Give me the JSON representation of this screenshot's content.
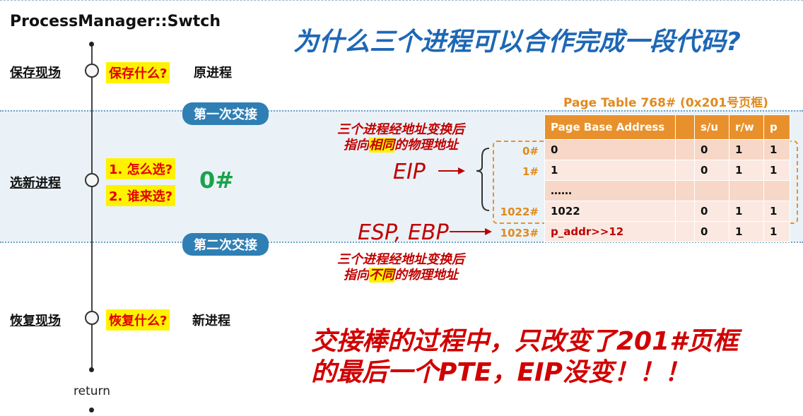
{
  "title": "ProcessManager::Swtch",
  "question": "为什么三个进程可以合作完成一段代码?",
  "steps": [
    {
      "label": "保存现场",
      "highlight": "保存什么?",
      "note": "原进程"
    },
    {
      "label": "选新进程",
      "highlight_1": "1. 怎么选?",
      "highlight_2": "2. 谁来选?",
      "note": "0#"
    },
    {
      "label": "恢复现场",
      "highlight": "恢复什么?",
      "note": "新进程"
    }
  ],
  "exchange_1": "第一次交接",
  "exchange_2": "第二次交接",
  "note_top_line1": "三个进程经地址变换后",
  "note_top_line2_a": "指向",
  "note_top_line2_hl": "相同",
  "note_top_line2_b": "的物理地址",
  "note_bottom_line1": "三个进程经地址变换后",
  "note_bottom_line2_a": "指向",
  "note_bottom_line2_hl": "不同",
  "note_bottom_line2_b": "的物理地址",
  "eip_label": "EIP",
  "esp_label": "ESP, EBP",
  "page_table": {
    "title": "Page Table 768#   (0x201号页框)",
    "headers": [
      "Page Base Address",
      "",
      "s/u",
      "r/w",
      "p"
    ],
    "rows": [
      {
        "index": "0#",
        "addr": "0",
        "su": "0",
        "rw": "1",
        "p": "1"
      },
      {
        "index": "1#",
        "addr": "1",
        "su": "0",
        "rw": "1",
        "p": "1"
      },
      {
        "index": "",
        "addr": "……",
        "su": "",
        "rw": "",
        "p": ""
      },
      {
        "index": "1022#",
        "addr": "1022",
        "su": "0",
        "rw": "1",
        "p": "1"
      },
      {
        "index": "1023#",
        "addr": "p_addr>>12",
        "su": "0",
        "rw": "1",
        "p": "1"
      }
    ]
  },
  "conclusion": "交接棒的过程中，只改变了201#页框的最后一个PTE，EIP没变！！！",
  "return_label": "return",
  "colors": {
    "accent_blue": "#1e67b5",
    "pill_blue": "#2f7fb5",
    "orange": "#e8912c",
    "red": "#c00000",
    "green": "#1aa34a",
    "yellow": "#fff200"
  }
}
